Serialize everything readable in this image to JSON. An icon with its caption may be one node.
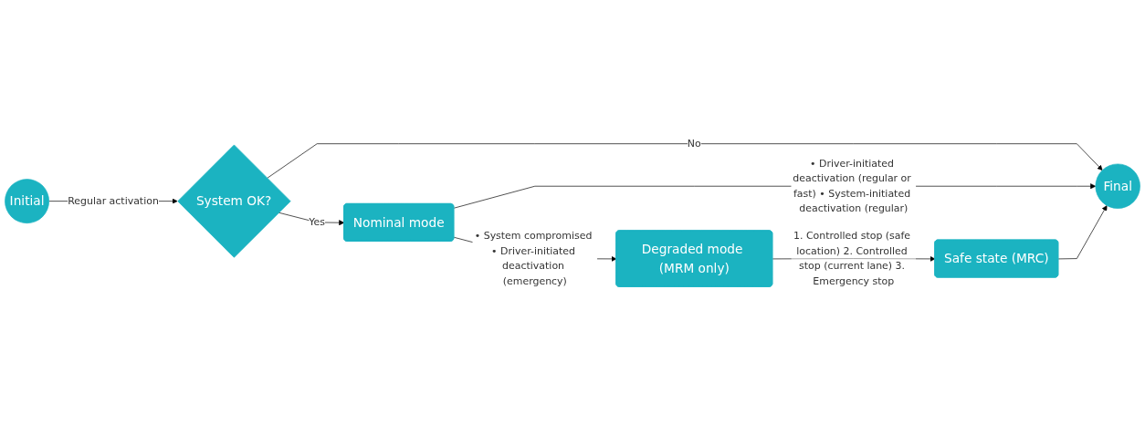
{
  "diagram": {
    "nodes": [
      {
        "text": [
          "Final"
        ]
      },
      {
        "text": [
          "Safe state (MRC)"
        ]
      },
      {
        "text": [
          "Initial"
        ]
      },
      {
        "text": [
          "System OK?"
        ]
      },
      {
        "text": [
          "Nominal mode"
        ]
      },
      {
        "text": [
          "Degraded mode (MRM only)"
        ]
      }
    ],
    "edges": [
      {
        "from": 2,
        "to": 3,
        "arrow": "to",
        "label": "Regular activation"
      },
      {
        "from": 3,
        "to": 0,
        "arrow": "to",
        "label": "No"
      },
      {
        "from": 3,
        "to": 4,
        "arrow": "to",
        "label": "Yes"
      },
      {
        "from": 4,
        "to": 0,
        "arrow": "to",
        "label": "• Driver-initiated deactivation (regular or fast) • System-initiated deactivation (regular)"
      },
      {
        "from": 4,
        "to": 5,
        "arrow": "to",
        "label": "• System compromised • Driver-initiated deactivation (emergency)"
      },
      {
        "from": 5,
        "to": 1,
        "arrow": "to",
        "label": "1. Controlled stop (safe location) 2. Controlled stop (current lane) 3. Emergency stop"
      },
      {
        "from": 1,
        "to": 0,
        "arrow": "to"
      }
    ]
  }
}
